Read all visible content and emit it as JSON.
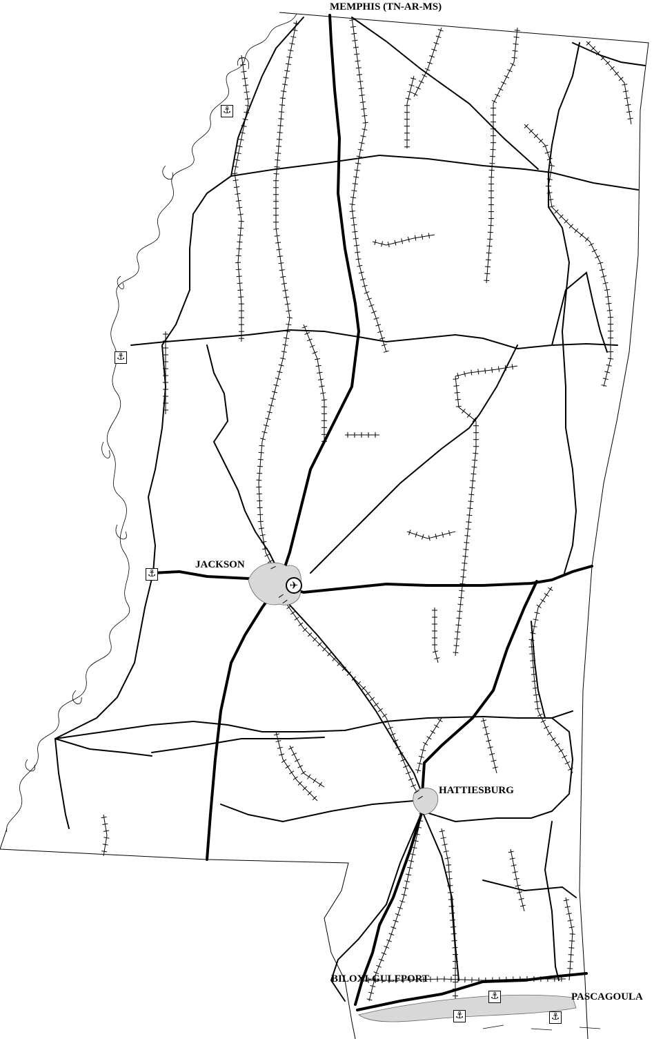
{
  "map": {
    "cities": {
      "memphis": "MEMPHIS (TN-AR-MS)",
      "jackson": "JACKSON",
      "hattiesburg": "HATTIESBURG",
      "biloxi": "BILOXI-GULFPORT",
      "pascagoula": "PASCAGOULA"
    },
    "port_symbol": "⚓",
    "airport_symbol": "✈",
    "icons": {
      "port": "anchor-icon",
      "airport": "airplane-icon"
    }
  }
}
